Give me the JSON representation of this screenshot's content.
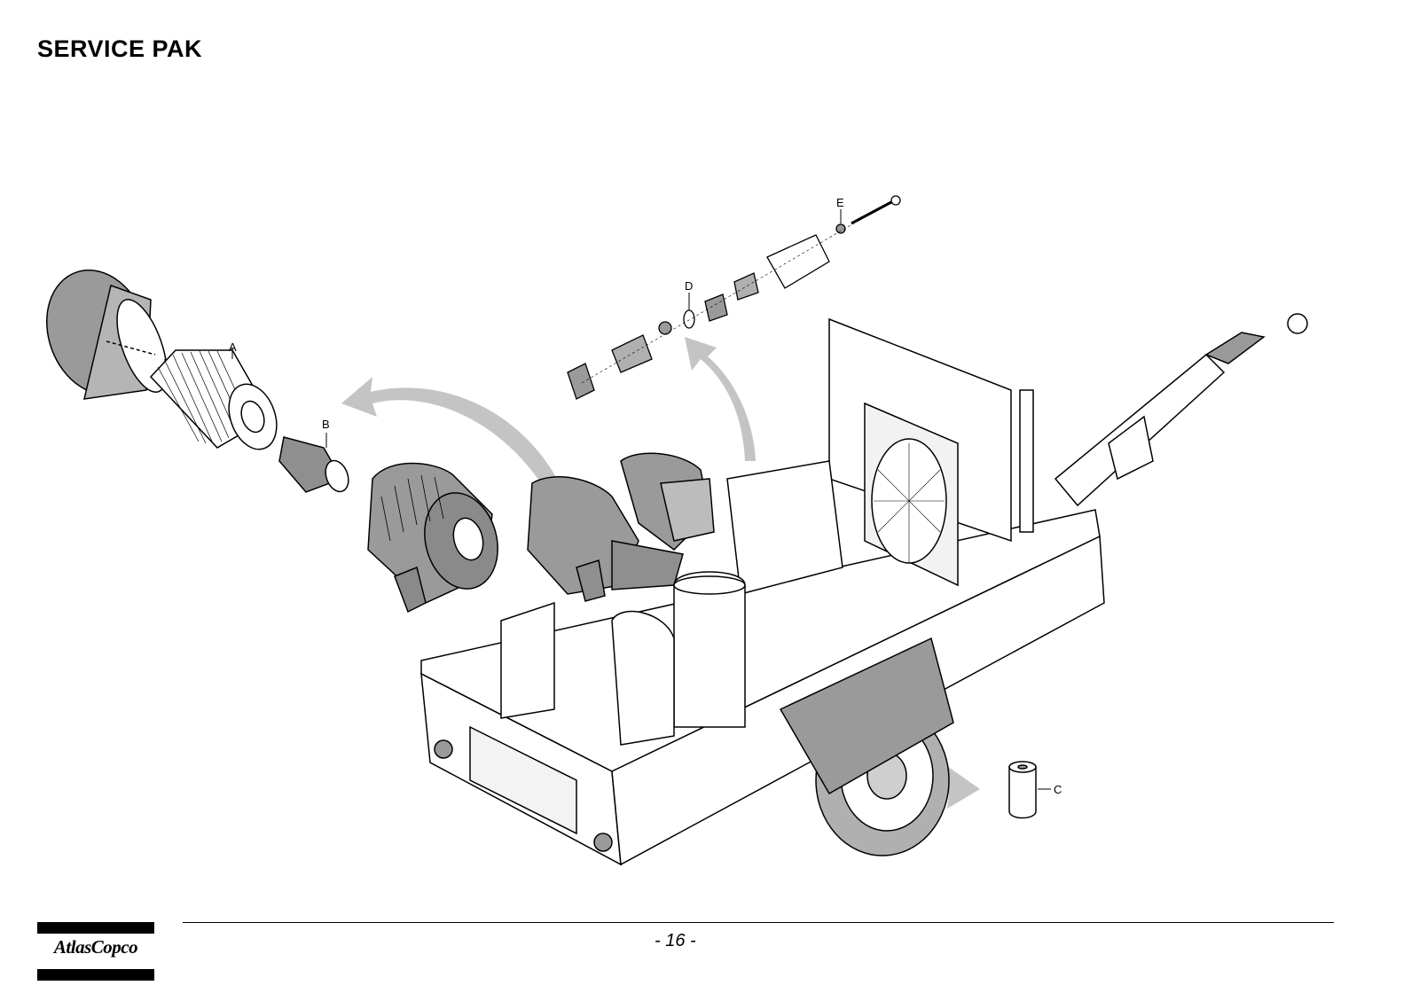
{
  "page": {
    "title": "SERVICE PAK",
    "page_number": "- 16 -"
  },
  "brand": {
    "logo_text": "AtlasCopco"
  },
  "callouts": {
    "a": "A",
    "b": "B",
    "c": "C",
    "d": "D",
    "e": "E"
  },
  "colors": {
    "arrow": "#bdbdbd",
    "part_fill": "#9a9a9a",
    "line": "#000000"
  }
}
